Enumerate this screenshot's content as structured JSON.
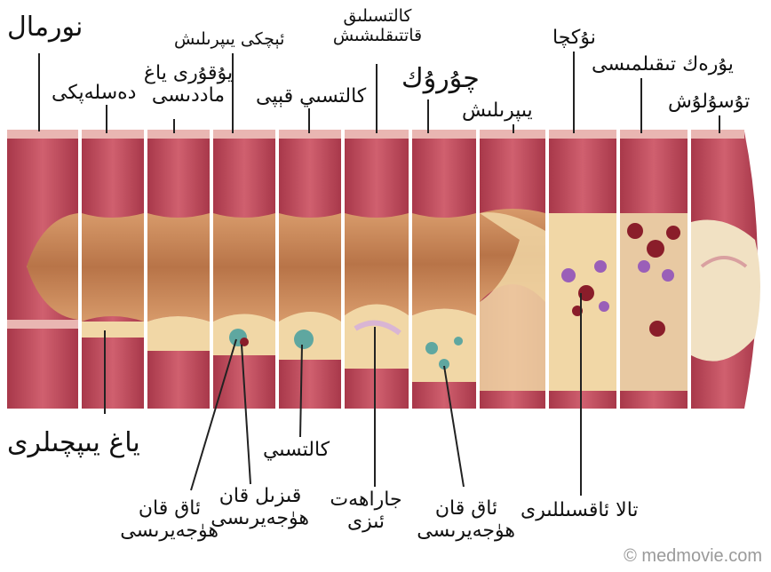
{
  "labels": {
    "normal": "نورمال",
    "fat_streak": "دەسلەپكى",
    "fatty_streak_2": "يۇقۇرى ياغ\nماددىسى",
    "thin_fibrous": "ئېچكى يىپرىلىش",
    "calcium_layer": "كالتسىي قېپى",
    "calcification": "كالتسىلىق\nقاتتىقلىشىش",
    "ulcer": "چۇرۇك",
    "fibrosis": "يىپرىلىش",
    "clot": "نۇكچا",
    "thrombosis": "يۇرەك تىقىلمىسى",
    "occlusion": "تۇسۇلۇش",
    "fat_tissue": "ياغ يىپچىلرى",
    "calcium": "كالتسىي",
    "white_cell_1": "ئاق قان\nھۈجەيرىسى",
    "red_cell": "قىزىل قان\nھۈجەيرىسى",
    "wound": "جاراھەت\nئىزى",
    "white_cell_2": "ئاق قان\nھۈجەيرىسى",
    "platelet": "تالا ئاقسىللىرى"
  },
  "copyright": "© medmovie.com",
  "colors": {
    "vessel_wall": "#c04a5e",
    "vessel_light": "#dd8b97",
    "vessel_band": "#e9b6b2",
    "lumen": "#c98a5c",
    "plaque": "#f1d7a6",
    "calcium": "#5fa7a0",
    "clot": "#8a1d2a",
    "purple_platelet": "#9a5fb8"
  }
}
